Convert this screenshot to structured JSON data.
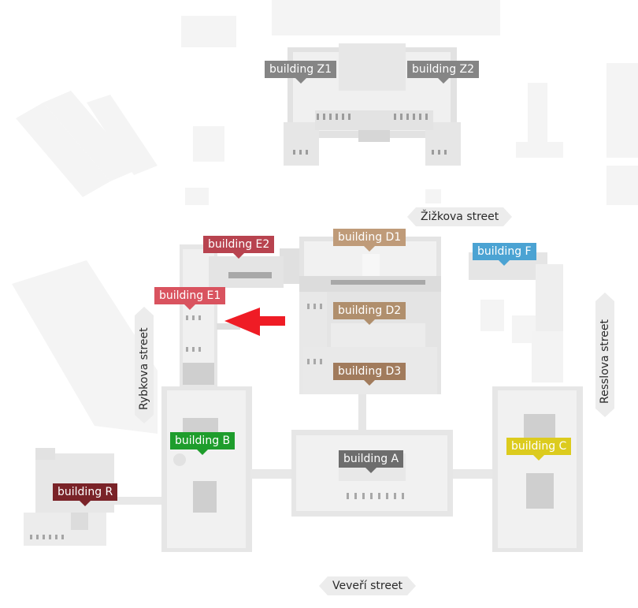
{
  "buildings": {
    "z1": {
      "label": "building Z1",
      "color": "#858585"
    },
    "z2": {
      "label": "building Z2",
      "color": "#858585"
    },
    "d1": {
      "label": "building D1",
      "color": "#bf9b79"
    },
    "d2": {
      "label": "building D2",
      "color": "#b08f6d"
    },
    "d3": {
      "label": "building D3",
      "color": "#a17b5c"
    },
    "e2": {
      "label": "building E2",
      "color": "#b8434f"
    },
    "e1": {
      "label": "building E1",
      "color": "#d9535f"
    },
    "f": {
      "label": "building F",
      "color": "#4ba3d3"
    },
    "b": {
      "label": "building B",
      "color": "#1e9d2c"
    },
    "a": {
      "label": "building A",
      "color": "#6d6d6d"
    },
    "c": {
      "label": "building C",
      "color": "#dccb1e"
    },
    "r": {
      "label": "building R",
      "color": "#7a2328"
    }
  },
  "streets": {
    "zizkova": "Žižkova street",
    "rybkova": "Rybkova street",
    "resslova": "Resslova street",
    "veveri": "Veveří street"
  },
  "marker": {
    "icon": "red-arrow-icon",
    "color": "#ef1c25"
  }
}
